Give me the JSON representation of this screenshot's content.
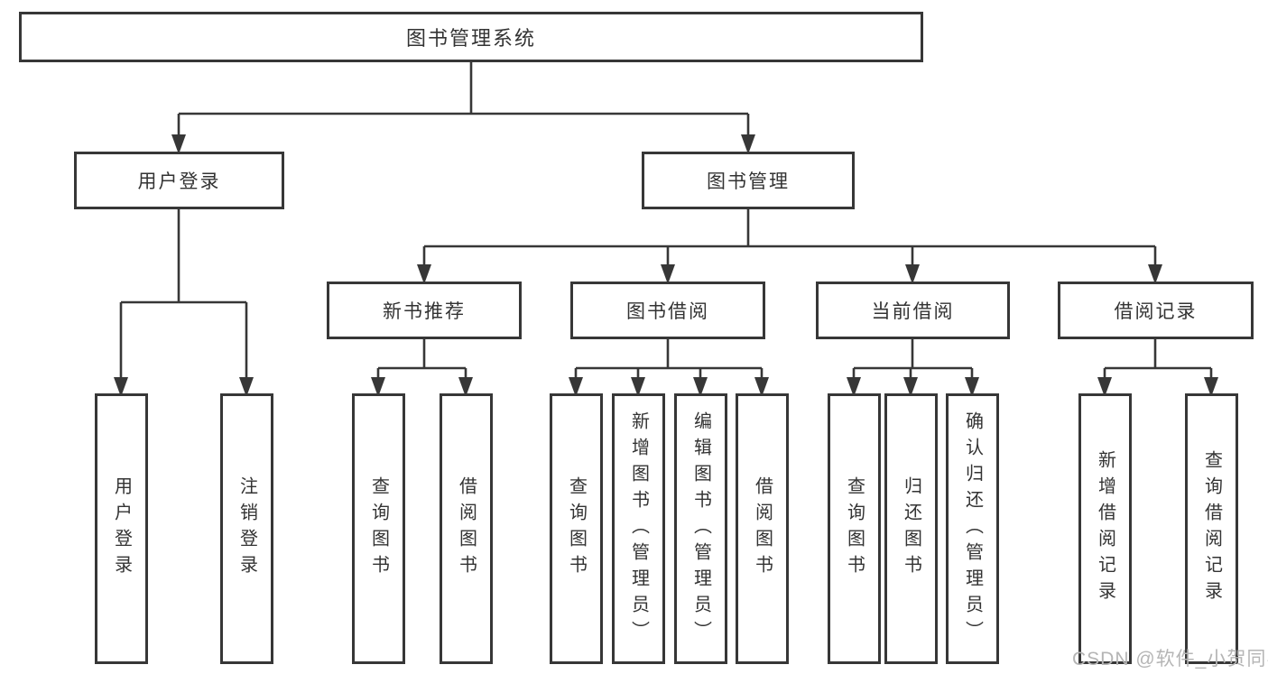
{
  "tree": {
    "root": "图书管理系统",
    "branches": [
      {
        "label": "用户登录",
        "children": [
          "用户登录",
          "注销登录"
        ]
      },
      {
        "label": "图书管理",
        "sections": [
          {
            "label": "新书推荐",
            "children": [
              "查询图书",
              "借阅图书"
            ]
          },
          {
            "label": "图书借阅",
            "children": [
              "查询图书",
              "新增图书（管理员）",
              "编辑图书（管理员）",
              "借阅图书"
            ]
          },
          {
            "label": "当前借阅",
            "children": [
              "查询图书",
              "归还图书",
              "确认归还（管理员）"
            ]
          },
          {
            "label": "借阅记录",
            "children": [
              "新增借阅记录",
              "查询借阅记录"
            ]
          }
        ]
      }
    ]
  },
  "watermark": {
    "text": "CSDN @软件_小贺同学"
  },
  "colors": {
    "line": "#373737",
    "text": "#333333",
    "background": "#ffffff",
    "watermark": "#b5b5b5"
  }
}
